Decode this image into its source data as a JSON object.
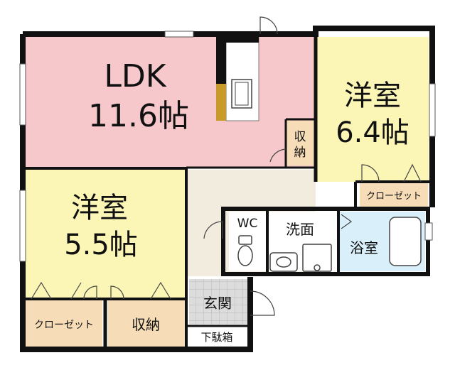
{
  "rooms": {
    "ldk": {
      "name": "LDK",
      "size": "11.6帖",
      "color": "#f6c8cc"
    },
    "bedroom_east": {
      "name": "洋室",
      "size": "6.4帖",
      "color": "#fbf6b6"
    },
    "bedroom_west": {
      "name": "洋室",
      "size": "5.5帖",
      "color": "#fbf6b6"
    },
    "storage_ldk": {
      "label_line1": "収",
      "label_line2": "納"
    },
    "closet_east": {
      "label": "クローゼット"
    },
    "wc": {
      "label": "WC"
    },
    "washroom": {
      "label": "洗面"
    },
    "bathroom": {
      "label": "浴室",
      "color": "#d9f0fb"
    },
    "closet_west": {
      "label": "クローゼット"
    },
    "storage_west": {
      "label": "収納"
    },
    "entrance": {
      "label": "玄関"
    },
    "shoe_box": {
      "label": "下駄箱"
    }
  },
  "colors": {
    "wall": "#111111",
    "storage": "#f6ddb8",
    "hall": "#f2ecdf",
    "entrance_tile": "#dcdcdc",
    "kitchen_accent": "#c79a2a"
  }
}
